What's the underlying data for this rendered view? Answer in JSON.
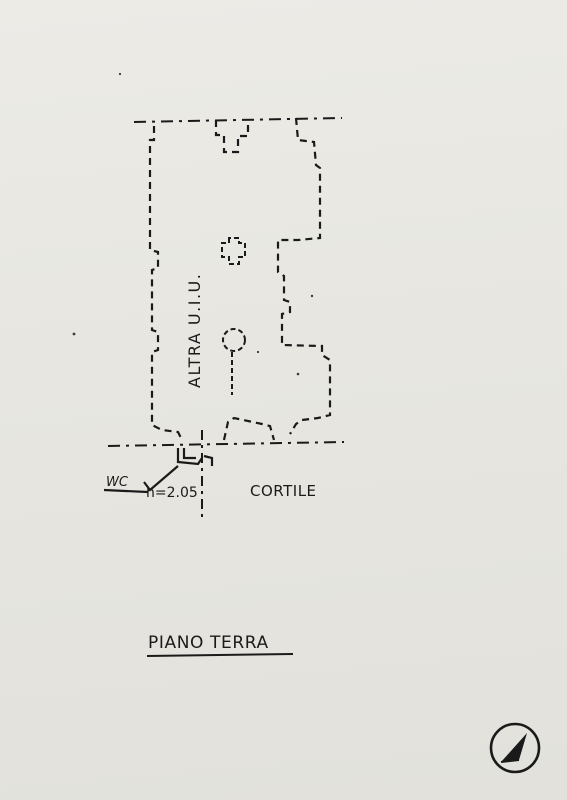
{
  "plan": {
    "unit_label": "ALTRA U.I.U.",
    "courtyard_label": "CORTILE",
    "wc_label": "WC",
    "height_label": "h=2.05",
    "floor_title": "PIANO TERRA"
  },
  "north_arrow": {
    "icon": "north-arrow-icon"
  },
  "colors": {
    "paper": "#e9e8e3",
    "ink": "#1a1a1a"
  }
}
